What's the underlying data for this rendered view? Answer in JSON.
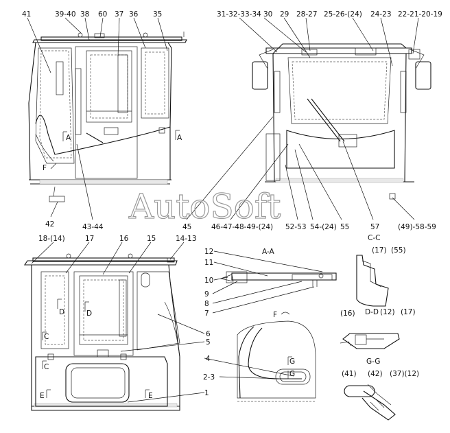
{
  "watermark": "AutoSoft",
  "views": {
    "top_left": {
      "callouts_top": [
        "41",
        "39-40",
        "38",
        "60",
        "37",
        "36",
        "35"
      ],
      "section_a_left": "A",
      "section_a_right": "A",
      "detail_f": "F",
      "callouts_bottom": [
        "42",
        "43-44"
      ]
    },
    "top_right": {
      "callouts_top": [
        "31-32-33-34",
        "30",
        "29",
        "28-27",
        "25-26-(24)",
        "24-23",
        "22-21-20-19"
      ],
      "callouts_bottom": [
        "45",
        "46-47-48-49-(24)",
        "52-53",
        "54-(24)",
        "55",
        "57",
        "(49)-58-59"
      ]
    },
    "bottom_left": {
      "callouts_top": [
        "18-(14)",
        "17",
        "16",
        "15",
        "14-13"
      ],
      "section_d_left": "D",
      "section_d_right": "D",
      "section_c_upper": "C",
      "section_c_lower": "C",
      "section_e_left": "E",
      "section_e_right": "E",
      "callouts_right": [
        "6",
        "5",
        "4",
        "2-3",
        "1"
      ]
    },
    "section_aa": {
      "title": "A-A",
      "callouts": [
        "12",
        "11",
        "10",
        "9",
        "8",
        "7"
      ]
    },
    "detail_f": {
      "title": "F",
      "section_g_upper": "G",
      "section_g_lower": "G"
    },
    "section_cc": {
      "title": "C-C",
      "callouts": [
        "(17)",
        "(55)"
      ]
    },
    "section_dd": {
      "title": "D-D",
      "callouts": [
        "(16)",
        "(12)",
        "(17)"
      ]
    },
    "section_gg": {
      "title": "G-G",
      "callouts": [
        "(41)",
        "(42)",
        "(37)(12)"
      ]
    }
  }
}
